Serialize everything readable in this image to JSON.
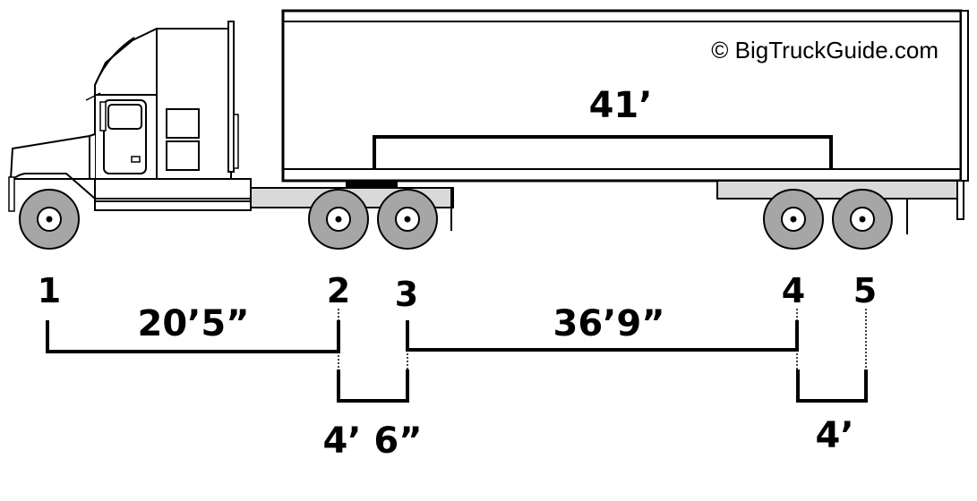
{
  "diagram": {
    "copyright": "© BigTruckGuide.com",
    "trailer_length": "41’",
    "axles": [
      "1",
      "2",
      "3",
      "4",
      "5"
    ],
    "spacings": {
      "axle_1_to_2": "20’5”",
      "axle_2_to_3": "4’ 6”",
      "axle_3_to_4": "36’9”",
      "axle_4_to_5": "4’"
    },
    "colors": {
      "line": "#000000",
      "tire": "#a6a6a6",
      "frame_fill": "#d9d9d9",
      "background": "#ffffff"
    }
  }
}
